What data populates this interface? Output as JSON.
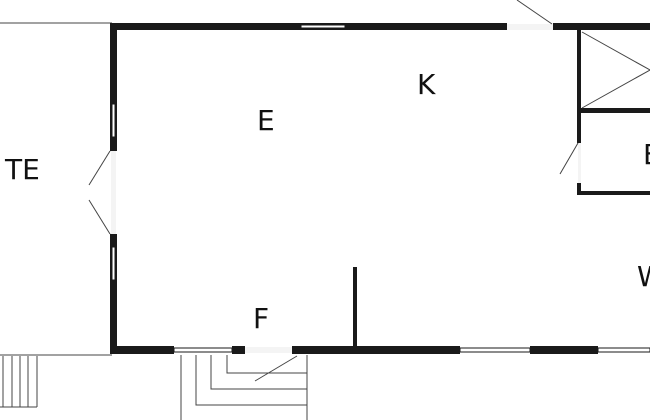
{
  "floor_plan": {
    "rooms": [
      {
        "id": "terrace",
        "label": "TE"
      },
      {
        "id": "living",
        "label": "E"
      },
      {
        "id": "kitchen",
        "label": "K"
      },
      {
        "id": "hall",
        "label": "F"
      },
      {
        "id": "bath",
        "label": "E"
      },
      {
        "id": "right-room",
        "label": "W"
      }
    ],
    "colors": {
      "wall": "#1a1a1a",
      "thin_line": "#444444",
      "background": "#ffffff"
    }
  }
}
